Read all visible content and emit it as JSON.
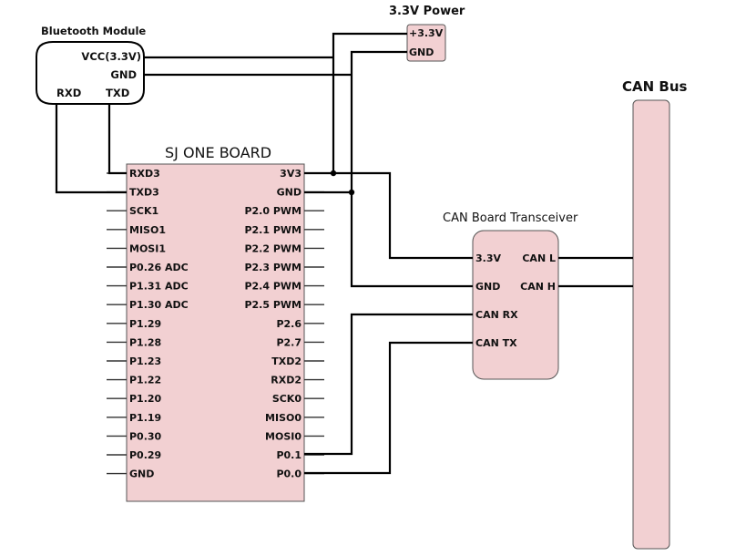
{
  "bluetooth": {
    "title": "Bluetooth Module",
    "pins": {
      "vcc": "VCC(3.3V)",
      "gnd": "GND",
      "rxd": "RXD",
      "txd": "TXD"
    }
  },
  "power": {
    "title": "3.3V Power",
    "pins": {
      "plus": "+3.3V",
      "gnd": "GND"
    }
  },
  "sjone": {
    "title": "SJ ONE BOARD",
    "left_pins": [
      "RXD3",
      "TXD3",
      "SCK1",
      "MISO1",
      "MOSI1",
      "P0.26 ADC",
      "P1.31 ADC",
      "P1.30 ADC",
      "P1.29",
      "P1.28",
      "P1.23",
      "P1.22",
      "P1.20",
      "P1.19",
      "P0.30",
      "P0.29",
      "GND"
    ],
    "right_pins": [
      "3V3",
      "GND",
      "P2.0 PWM",
      "P2.1 PWM",
      "P2.2 PWM",
      "P2.3 PWM",
      "P2.4 PWM",
      "P2.5 PWM",
      "P2.6",
      "P2.7",
      "TXD2",
      "RXD2",
      "SCK0",
      "MISO0",
      "MOSI0",
      "P0.1",
      "P0.0"
    ]
  },
  "transceiver": {
    "title": "CAN Board Transceiver",
    "left_pins": [
      "3.3V",
      "GND",
      "CAN RX",
      "CAN TX"
    ],
    "right_pins": [
      "CAN L",
      "CAN H"
    ]
  },
  "canbus": {
    "title": "CAN Bus"
  }
}
